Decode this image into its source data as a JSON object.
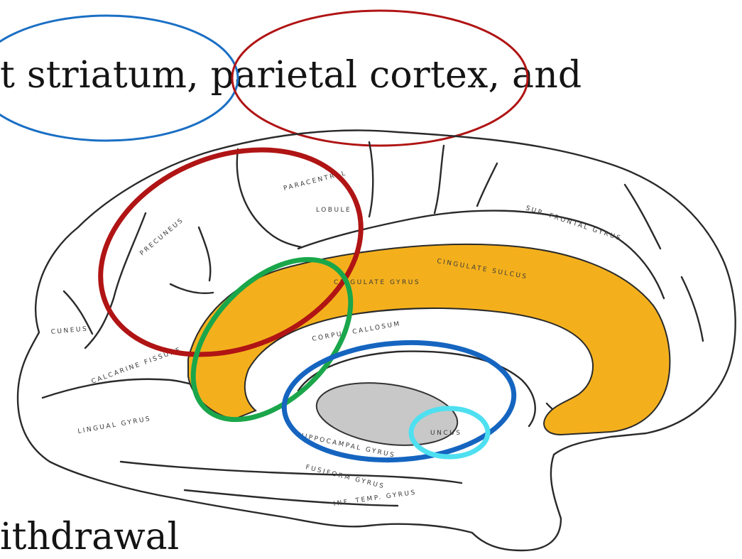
{
  "slide": {
    "line1": {
      "part1": "t striatum,",
      "part2": " parietal cortex,",
      "part3": " and"
    },
    "line2": "ithdrawal"
  },
  "figure": {
    "brain_labels": [
      "PARACENTRAL",
      "LOBULE",
      "PRECUNEUS",
      "SUP. FRONTAL GYRUS",
      "CINGULATE GYRUS",
      "CINGULATE SULCUS",
      "CORPUS CALLOSUM",
      "CUNEUS",
      "CALCARINE FISSURE",
      "LINGUAL GYRUS",
      "HIPPOCAMPAL GYRUS",
      "FUSIFORM GYRUS",
      "INF. TEMP. GYRUS",
      "UNCUS"
    ],
    "colors": {
      "cingulate_fill": "#f4b01c",
      "thalamus_fill": "#c8c8c8",
      "circle_dark_red": "#b01414",
      "circle_green": "#1aa64a",
      "circle_blue": "#1565c0",
      "circle_cyan": "#4ee0f0",
      "text_oval_blue": "#1a6fc4",
      "text_oval_red": "#b01414"
    }
  }
}
